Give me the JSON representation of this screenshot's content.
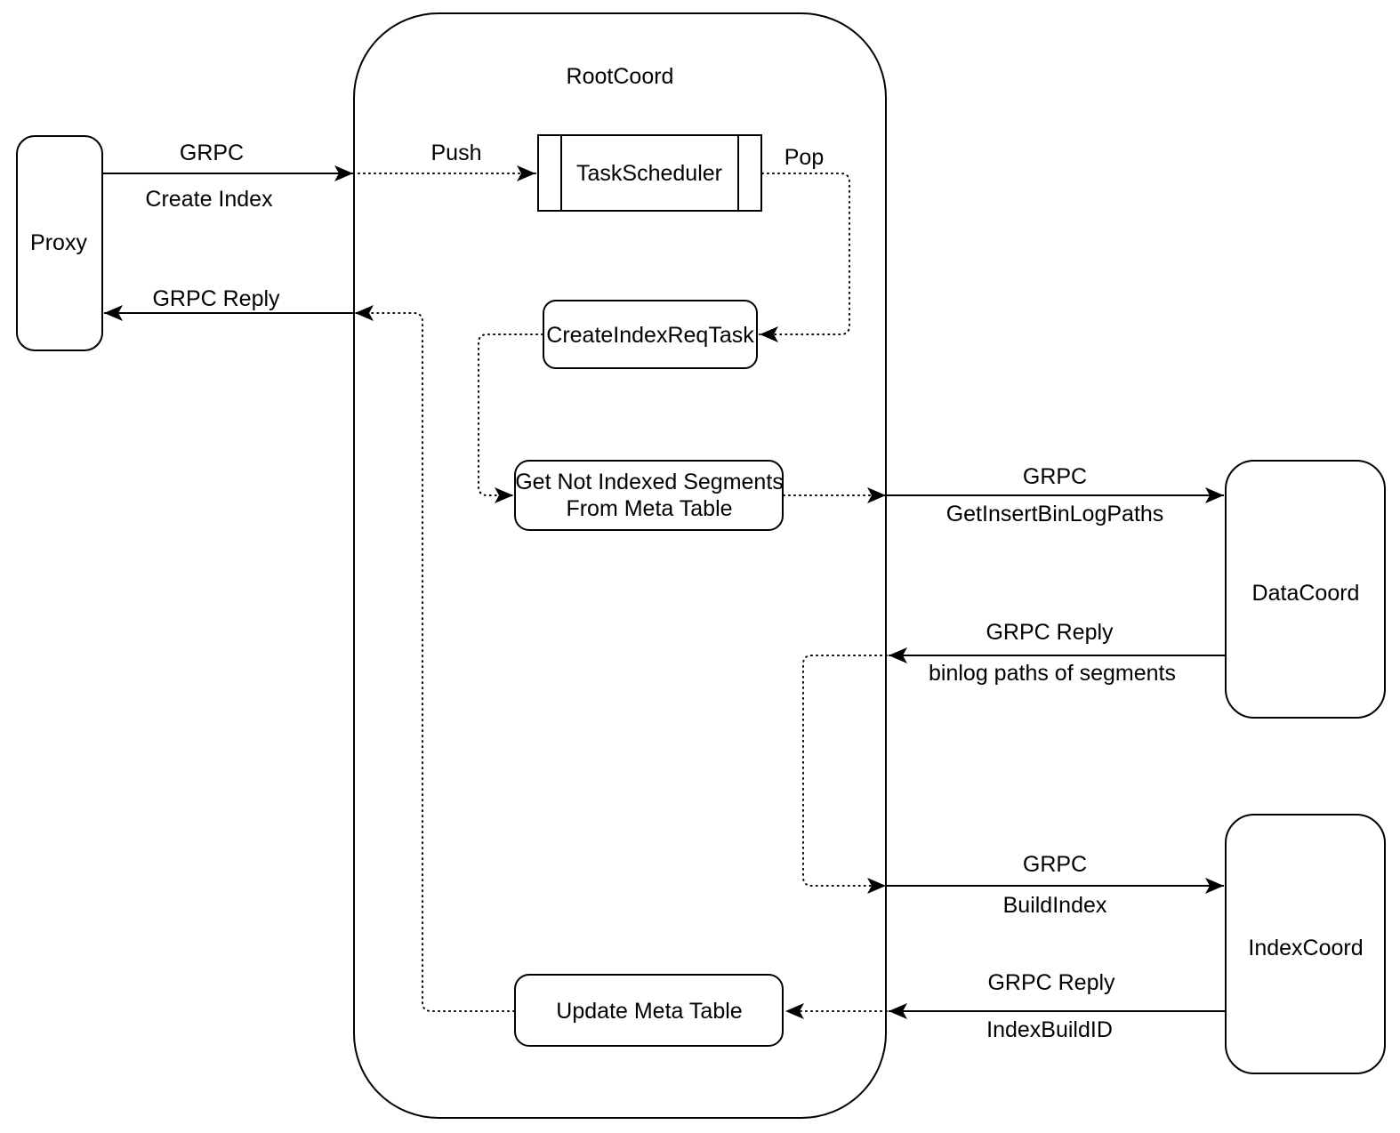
{
  "diagram": {
    "title_node": {
      "label": "RootCoord"
    },
    "nodes": {
      "proxy": {
        "label": "Proxy"
      },
      "task_scheduler": {
        "label": "TaskScheduler"
      },
      "create_index_req_task": {
        "label": "CreateIndexReqTask"
      },
      "get_not_indexed_segments": {
        "line1": "Get Not Indexed Segments",
        "line2": "From Meta Table"
      },
      "update_meta_table": {
        "label": "Update Meta Table"
      },
      "datacoord": {
        "label": "DataCoord"
      },
      "indexcoord": {
        "label": "IndexCoord"
      }
    },
    "edge_labels": {
      "grpc_create_index": {
        "line1": "GRPC",
        "line2": "Create Index"
      },
      "grpc_reply_proxy": {
        "line1": "GRPC Reply"
      },
      "push": {
        "line1": "Push"
      },
      "pop": {
        "line1": "Pop"
      },
      "grpc_get_insert_binlog_paths": {
        "line1": "GRPC",
        "line2": "GetInsertBinLogPaths"
      },
      "grpc_reply_binlog_paths": {
        "line1": "GRPC Reply",
        "line2": "binlog paths of segments"
      },
      "grpc_build_index": {
        "line1": "GRPC",
        "line2": "BuildIndex"
      },
      "grpc_reply_index_build_id": {
        "line1": "GRPC Reply",
        "line2": "IndexBuildID"
      }
    },
    "colors": {
      "stroke": "#000000",
      "background": "#ffffff",
      "text": "#000000"
    }
  }
}
